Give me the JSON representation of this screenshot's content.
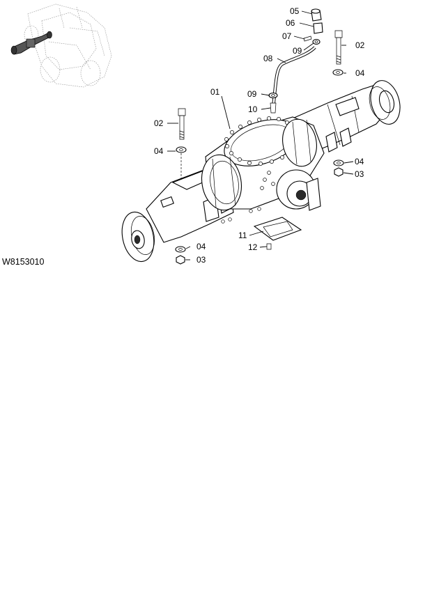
{
  "figure_code": "W8153010",
  "callouts": {
    "c01": "01",
    "c02_top": "02",
    "c02_left": "02",
    "c03_right": "03",
    "c03_bottom": "03",
    "c04_top": "04",
    "c04_left": "04",
    "c04_right": "04",
    "c04_bottom": "04",
    "c05": "05",
    "c06": "06",
    "c07": "07",
    "c08": "08",
    "c09_a": "09",
    "c09_b": "09",
    "c10": "10",
    "c11": "11",
    "c12": "12"
  },
  "icons": {
    "locator": "machine-locator-thumbnail-icon",
    "axle": "axle-assembly-illustration"
  }
}
